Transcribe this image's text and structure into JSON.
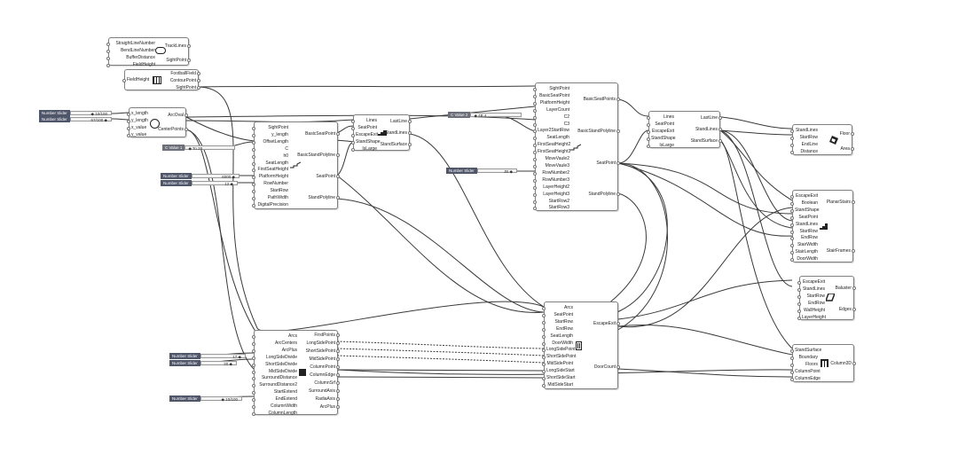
{
  "colors": {
    "wire": "#3a3a3a",
    "slider_label_bg": "#50566a",
    "component_border": "#7f7f7f"
  },
  "components": {
    "track_lines": {
      "inputs": [
        "StraightLineNumber",
        "BendLineNumber",
        "BufferDistance",
        "FieldHeight"
      ],
      "outputs": [
        "TrackLines",
        "SightPoint"
      ],
      "icon": "capsule-icon"
    },
    "football_field": {
      "inputs": [
        "FieldHeight"
      ],
      "outputs": [
        "FootballField",
        "ContourPoint",
        "SightPoint"
      ],
      "icon": "field-grid-icon"
    },
    "arc_oval": {
      "inputs": [
        "x_length",
        "y_length",
        "x_value",
        "y_value"
      ],
      "outputs": [
        "ArcOval",
        "CenterPoints"
      ],
      "icon": "oval-icon"
    },
    "basic_seat_left": {
      "inputs": [
        "SightPoint",
        "y_length",
        "OffsetLength",
        "C",
        "h0",
        "SeatLength",
        "FirstSeatHeight",
        "PlatformHeight",
        "RowNumber",
        "StartRow",
        "PathWidth",
        "DigitalPrecision"
      ],
      "outputs": [
        "BasicSeatPoint",
        "BasicStandPolyline",
        "SeatPoint",
        "StandPolyline"
      ],
      "icon": "stair-slope-icon"
    },
    "stand_lines_left": {
      "inputs": [
        "Lines",
        "SeatPoint",
        "EscapeExit",
        "StandShape",
        "IsLarge"
      ],
      "outputs": [
        "LastLine",
        "StandLines",
        "StandSurface"
      ],
      "icon": "stand-steps-icon"
    },
    "basic_seat_right": {
      "inputs": [
        "SightPoint",
        "BasicSeatPoint",
        "PlatformHeight",
        "LayerCount",
        "C2",
        "C3",
        "Layer2StartRow",
        "SeatLength",
        "FirstSeatHeight2",
        "FirstSeatHeight3",
        "MoveVaule2",
        "MoveVaule3",
        "RowNumber2",
        "RowNumber3",
        "LayerHeight2",
        "LayerHeight3",
        "StartRow2",
        "StartRow3"
      ],
      "outputs": [
        "BasicSeatPoints",
        "BasicStandPolyline",
        "SeatPoint",
        "StandPolyline"
      ],
      "icon": "stair-slope-icon"
    },
    "stand_lines_right": {
      "inputs": [
        "Lines",
        "SeatPoint",
        "EscapeExit",
        "StandShape",
        "IsLarge"
      ],
      "outputs": [
        "LastLine",
        "StandLines",
        "StandSurface"
      ]
    },
    "floor": {
      "inputs": [
        "StandLines",
        "StartRow",
        "EndLine",
        "Distance"
      ],
      "outputs": [
        "Floor",
        "Area"
      ],
      "icon": "floor-icon"
    },
    "planar_stairs": {
      "inputs": [
        "EscapeExit",
        "Boolean",
        "StandShape",
        "SeatPoint",
        "StandLines",
        "StartRow",
        "EndRow",
        "StairWidth",
        "StairLength",
        "DoorWidth"
      ],
      "outputs": [
        "PlanarStairs",
        "StairFrames"
      ],
      "icon": "stairs-icon"
    },
    "baluster": {
      "inputs": [
        "EscapeExit",
        "StandLines",
        "StartRow",
        "EndRow",
        "WallHeight",
        "LayerHeight"
      ],
      "outputs": [
        "Baluster",
        "Edges"
      ],
      "icon": "baluster-icon"
    },
    "column_3d": {
      "inputs": [
        "StandSurface",
        "Boundary",
        "Floors",
        "ColumnPoint",
        "ColumnEdge"
      ],
      "outputs": [
        "Column3D"
      ],
      "icon": "column-icon"
    },
    "column_grid": {
      "inputs": [
        "Arcs",
        "ArcCenters",
        "ArcPlus",
        "LongSideDivide",
        "ShortSideDivide",
        "MidSideDivide",
        "SurroundDistance",
        "SurroundDistance2",
        "StartExtend",
        "EndExtend",
        "ColumnWidth",
        "ColumnLength"
      ],
      "outputs": [
        "FirstPoints",
        "LongSidePoint",
        "ShortSidePoint",
        "MidSidePoint",
        "ColumnPoint",
        "ColumnEdge",
        "ColumnSrf",
        "SurroundAxis",
        "RadiaAxis",
        "ArcPlus"
      ],
      "icon": "square-icon"
    },
    "escape_exit": {
      "inputs": [
        "Arcs",
        "SeatPoint",
        "StartRow",
        "EndRow",
        "SeatLength",
        "DoorWidth",
        "LongSidePoint",
        "ShortSidePoint",
        "MidSidePoint",
        "LongSideStart",
        "ShortSideStart",
        "MidSideStart"
      ],
      "outputs": [
        "EscapeExit",
        "DoorCount"
      ],
      "icon": "door-icon"
    }
  },
  "sliders": [
    {
      "id": "s1",
      "label": "Number Slider",
      "value": "◆ 10/100"
    },
    {
      "id": "s2",
      "label": "Number Slider",
      "value": "67/100 ◆"
    },
    {
      "id": "s3",
      "label": "Number Slider",
      "value": "6000 ◆"
    },
    {
      "id": "s4",
      "label": "Number Slider",
      "value": "12 ◆"
    },
    {
      "id": "s5",
      "label": "Number Slider",
      "value": "JB ◆"
    },
    {
      "id": "s6",
      "label": "Number Slider",
      "value": "17 ◆"
    },
    {
      "id": "s7",
      "label": "Number Slider",
      "value": "20 ◆"
    },
    {
      "id": "s8",
      "label": "Number Slider",
      "value": "◆ 10/100"
    }
  ],
  "values": [
    {
      "id": "c1",
      "label": "C Value 1",
      "value": "◆ To 28"
    },
    {
      "id": "c2",
      "label": "C Value 2",
      "value": "◆ 4B 4"
    }
  ]
}
